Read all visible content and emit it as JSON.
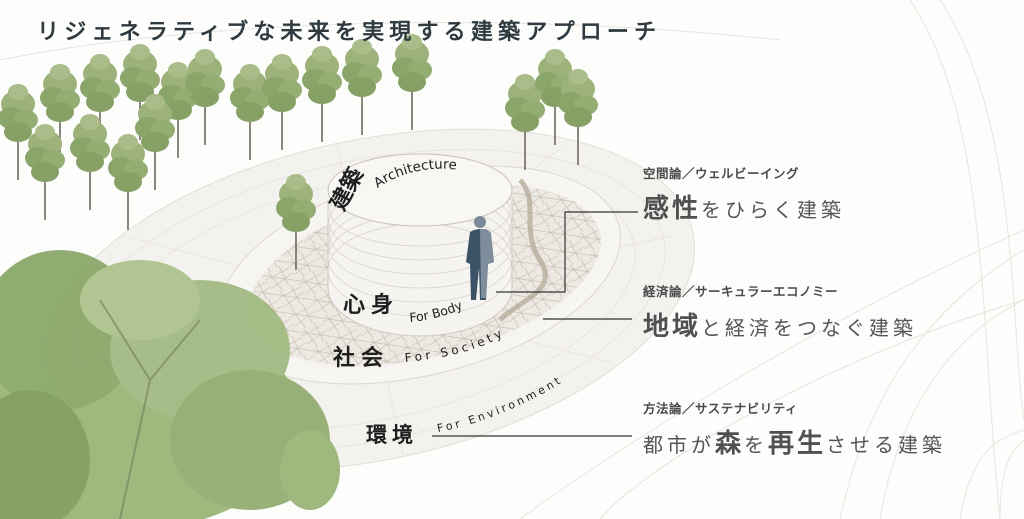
{
  "title": "リジェネラティブな未来を実現する建築アプローチ",
  "rings": [
    {
      "id": "architecture",
      "jp": "建築",
      "en": "Architecture"
    },
    {
      "id": "body",
      "jp": "心身",
      "en": "For Body"
    },
    {
      "id": "society",
      "jp": "社会",
      "en": "For Society"
    },
    {
      "id": "environment",
      "jp": "環境",
      "en": "For Environment"
    }
  ],
  "concepts": [
    {
      "sub": "空間論／ウェルビーイング",
      "main_parts": [
        {
          "text": "感性",
          "emphasis": true
        },
        {
          "text": "をひらく建築",
          "emphasis": false
        }
      ]
    },
    {
      "sub": "経済論／サーキュラーエコノミー",
      "main_parts": [
        {
          "text": "地域",
          "emphasis": true
        },
        {
          "text": "と経済をつなぐ建築",
          "emphasis": false
        }
      ]
    },
    {
      "sub": "方法論／サステナビリティ",
      "main_parts": [
        {
          "text": "都市が",
          "emphasis": false
        },
        {
          "text": "森",
          "emphasis": true
        },
        {
          "text": "を",
          "emphasis": false
        },
        {
          "text": "再生",
          "emphasis": true
        },
        {
          "text": "させる建築",
          "emphasis": false
        }
      ]
    }
  ],
  "colors": {
    "title": "#2f3a40",
    "text": "#505050",
    "foliage": "#8fa86a",
    "foliage_dark": "#6e8a4e",
    "map_lines": "#b5ab9c",
    "figure": "#3c5266",
    "figure_light": "#7a8a98"
  }
}
